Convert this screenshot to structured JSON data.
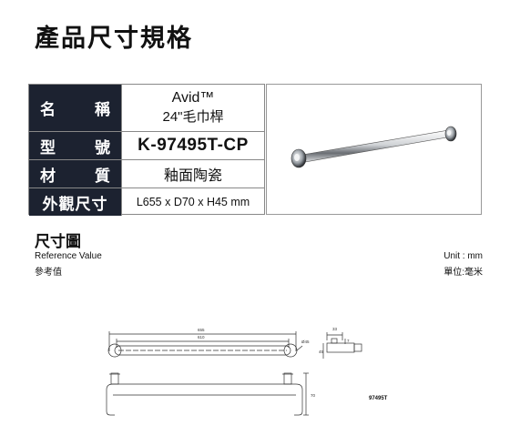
{
  "page": {
    "title": "產品尺寸規格"
  },
  "spec": {
    "rows": [
      {
        "label_a": "名",
        "label_b": "稱",
        "values": [
          "Avid™",
          "24\"毛巾桿"
        ]
      },
      {
        "label_a": "型",
        "label_b": "號",
        "values": [
          "K-97495T-CP"
        ]
      },
      {
        "label_a": "材",
        "label_b": "質",
        "values": [
          "釉面陶瓷"
        ]
      },
      {
        "label": "外觀尺寸",
        "values": [
          "L655 x D70 x H45 mm"
        ]
      }
    ]
  },
  "photo": {
    "icon": "towel-bar-product-photo"
  },
  "dimensions": {
    "title": "尺寸圖",
    "reference_en": "Reference Value",
    "reference_zh": "參考值",
    "unit_en": "Unit : mm",
    "unit_zh": "單位:毫米"
  },
  "drawing": {
    "overall_length": "655",
    "center_length": "610",
    "diameter": "Ø45",
    "depth_a": "33",
    "depth_b": "7",
    "height": "45",
    "side_height": "70",
    "code": "97495T"
  }
}
